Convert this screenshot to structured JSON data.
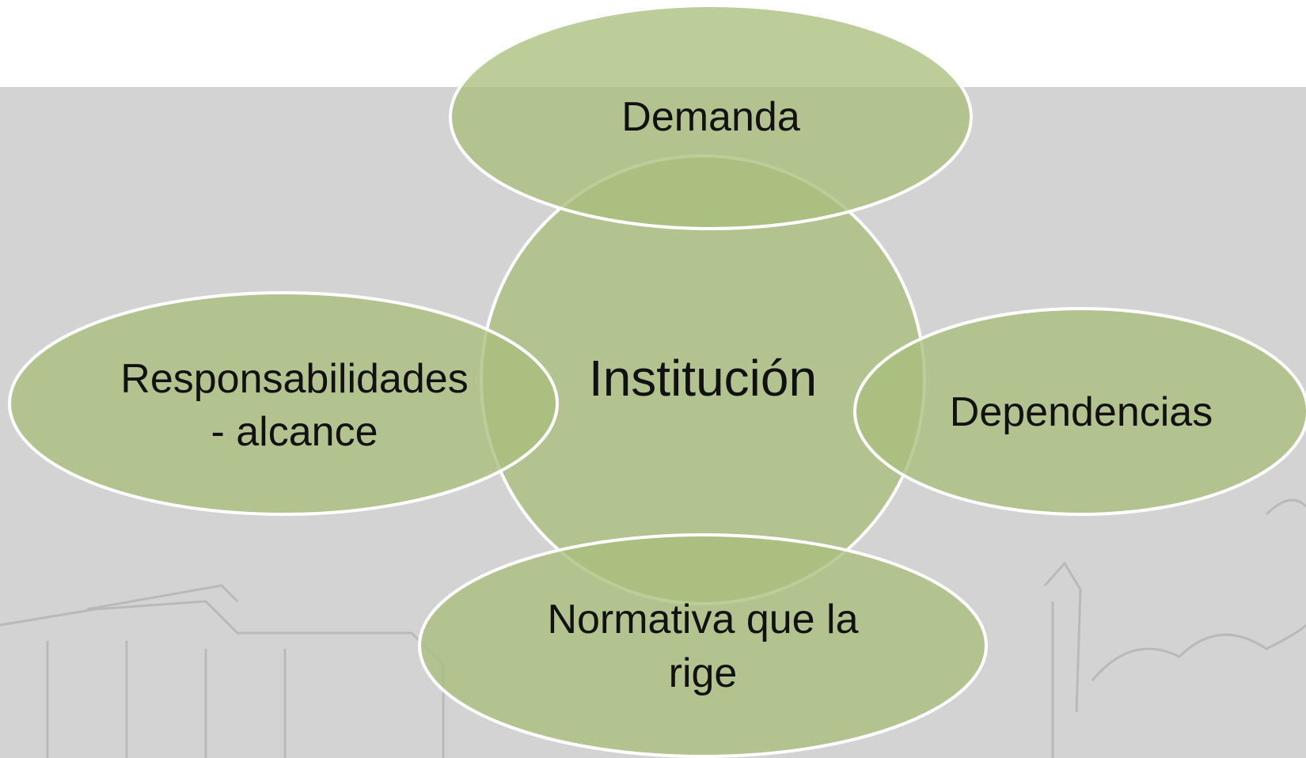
{
  "diagram": {
    "center": {
      "label": "Institución"
    },
    "nodes": [
      {
        "id": "top",
        "lines": [
          "Demanda"
        ]
      },
      {
        "id": "left",
        "lines": [
          "Responsabilidades",
          "- alcance"
        ]
      },
      {
        "id": "right",
        "lines": [
          "Dependencias"
        ]
      },
      {
        "id": "bottom",
        "lines": [
          "Normativa que la",
          "rige"
        ]
      }
    ],
    "colors": {
      "bubble": "#a9bf7c",
      "band": "#d3d3d3",
      "outline": "#ffffff"
    }
  }
}
